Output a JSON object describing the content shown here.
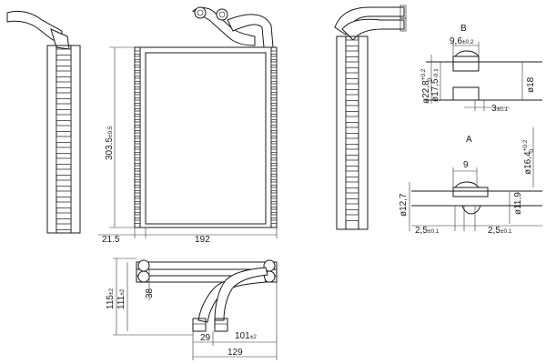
{
  "dimensions": {
    "height": "303.5",
    "height_tol": "±0.5",
    "width": "192",
    "depth": "21.5",
    "total_height": "115",
    "total_height_tol": "±2",
    "sub_height": "111",
    "sub_height_tol": "±2",
    "pipe_offset": "38",
    "pipe_spacing": "29",
    "pipe_reach": "101",
    "pipe_reach_tol": "±2",
    "total_width": "129"
  },
  "detail_b": {
    "label": "B",
    "collar": "9,6",
    "collar_tol": "±0.2",
    "outer_dia": "ø22,8",
    "outer_tol_upper": "+0.2",
    "outer_tol_lower": "0",
    "inner_dia": "ø17,5",
    "inner_tol": "-0.1",
    "pipe_dia": "ø18",
    "lip": "3",
    "lip_tol": "±0.1"
  },
  "detail_a": {
    "label": "A",
    "collar": "9",
    "outer_dia": "ø16,4",
    "outer_tol_upper": "+0.2",
    "outer_tol_lower": "0",
    "pipe_dia": "ø12,7",
    "inner_dia": "ø11,9",
    "left_step": "2,5",
    "left_step_tol": "±0.1",
    "right_step": "2,5",
    "right_step_tol": "±0.1"
  }
}
